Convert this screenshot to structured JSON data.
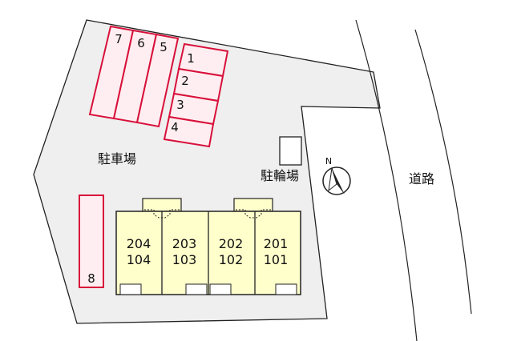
{
  "colors": {
    "lot_fill": "#efefef",
    "lot_stroke": "#222222",
    "parking_fill": "#ffeef1",
    "parking_stroke": "#d8103a",
    "building_fill": "#ffffcc",
    "building_stroke": "#222222",
    "road_line": "#222222"
  },
  "labels": {
    "parking_lot": "駐車場",
    "bicycle_parking": "駐輪場",
    "road": "道路",
    "compass_north": "N"
  },
  "parking_spaces": [
    "1",
    "2",
    "3",
    "4",
    "5",
    "6",
    "7",
    "8"
  ],
  "units": [
    {
      "upper": "204",
      "lower": "104"
    },
    {
      "upper": "203",
      "lower": "103"
    },
    {
      "upper": "202",
      "lower": "102"
    },
    {
      "upper": "201",
      "lower": "101"
    }
  ]
}
